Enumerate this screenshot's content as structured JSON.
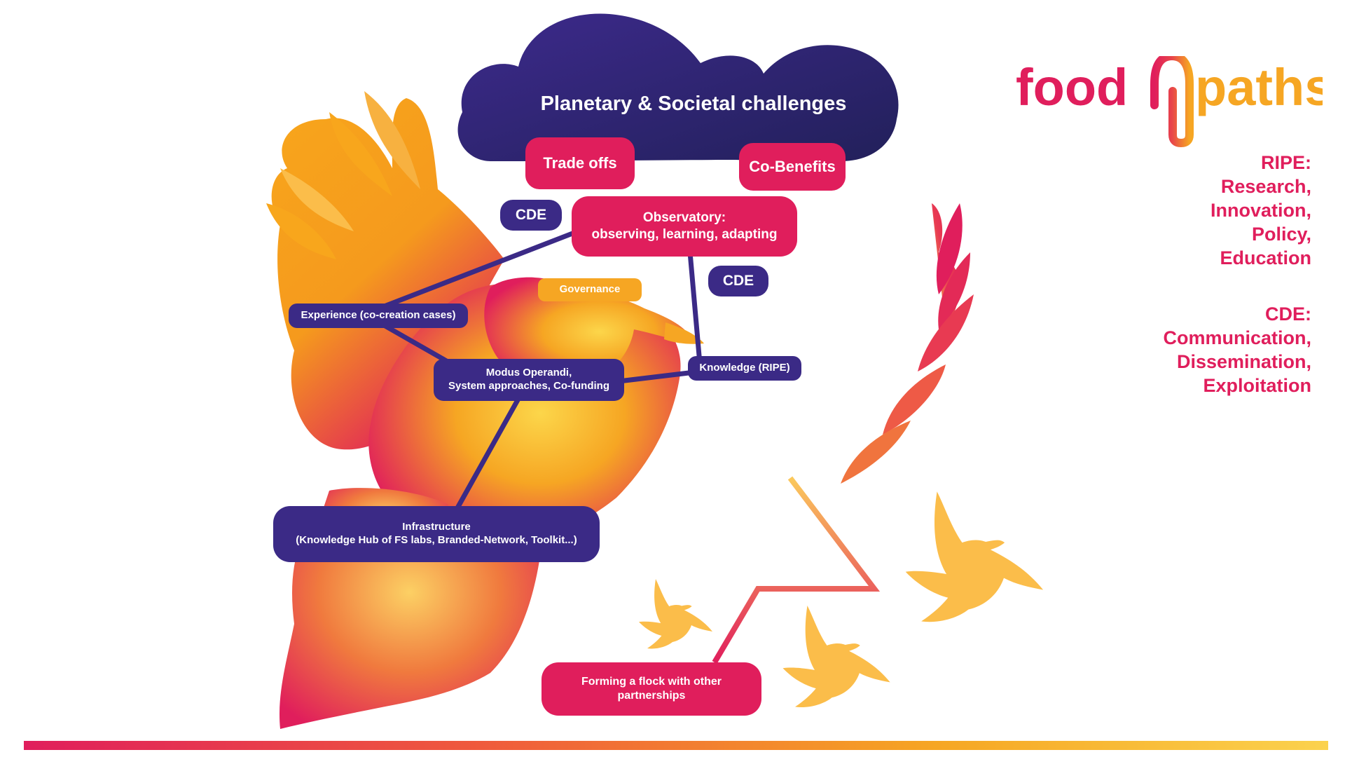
{
  "cloud": {
    "title": "Planetary & Societal challenges"
  },
  "boxes": {
    "trade_offs": "Trade offs",
    "co_benefits": "Co-Benefits",
    "cde_left": "CDE",
    "cde_right": "CDE",
    "observatory_line1": "Observatory:",
    "observatory_line2": "observing, learning, adapting",
    "governance": "Governance",
    "experience": "Experience (co-creation cases)",
    "modus_line1": "Modus Operandi,",
    "modus_line2": "System approaches, Co-funding",
    "knowledge": "Knowledge (RIPE)",
    "infrastructure_line1": "Infrastructure",
    "infrastructure_line2": "(Knowledge Hub of FS labs, Branded-Network, Toolkit...)",
    "flock_line1": "Forming a flock with other",
    "flock_line2": "partnerships"
  },
  "logo": {
    "part1": "food",
    "part2": "paths"
  },
  "legend": {
    "ripe_title": "RIPE:",
    "ripe_items": [
      "Research,",
      "Innovation,",
      "Policy,",
      "Education"
    ],
    "cde_title": "CDE:",
    "cde_items": [
      "Communication,",
      "Dissemination,",
      "Exploitation"
    ]
  },
  "colors": {
    "navy": "#3b2a86",
    "red": "#e01e5c",
    "amber": "#f6a623",
    "yellow": "#fcd64a"
  }
}
